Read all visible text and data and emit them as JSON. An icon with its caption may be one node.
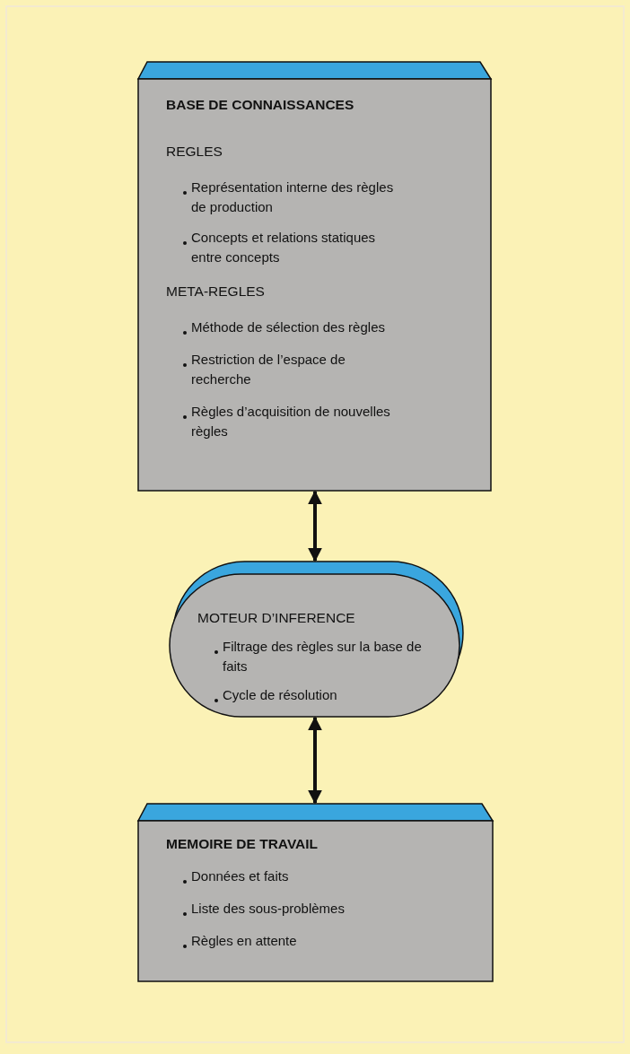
{
  "diagram": {
    "nodes": [
      {
        "text": [
          "BASE DE CONNAISSANCES",
          "REGLES",
          "Représentation interne des règles de production",
          "Concepts et relations statiques entre concepts",
          "META-REGLES",
          "Méthode de sélection des règles",
          "Restriction de l’espace de recherche",
          "Règles d’acquisition de nouvelles règles"
        ]
      },
      {
        "text": [
          "MOTEUR D’INFERENCE",
          "Filtrage des règles sur la base de faits",
          "Cycle de résolution"
        ]
      },
      {
        "text": [
          "MEMOIRE DE TRAVAIL",
          "Données et faits",
          "Liste des sous-problèmes",
          "Règles en attente"
        ]
      }
    ],
    "edges": [
      {
        "from": 0,
        "to": 1,
        "arrow": "both"
      },
      {
        "from": 1,
        "to": 2,
        "arrow": "both"
      }
    ]
  }
}
